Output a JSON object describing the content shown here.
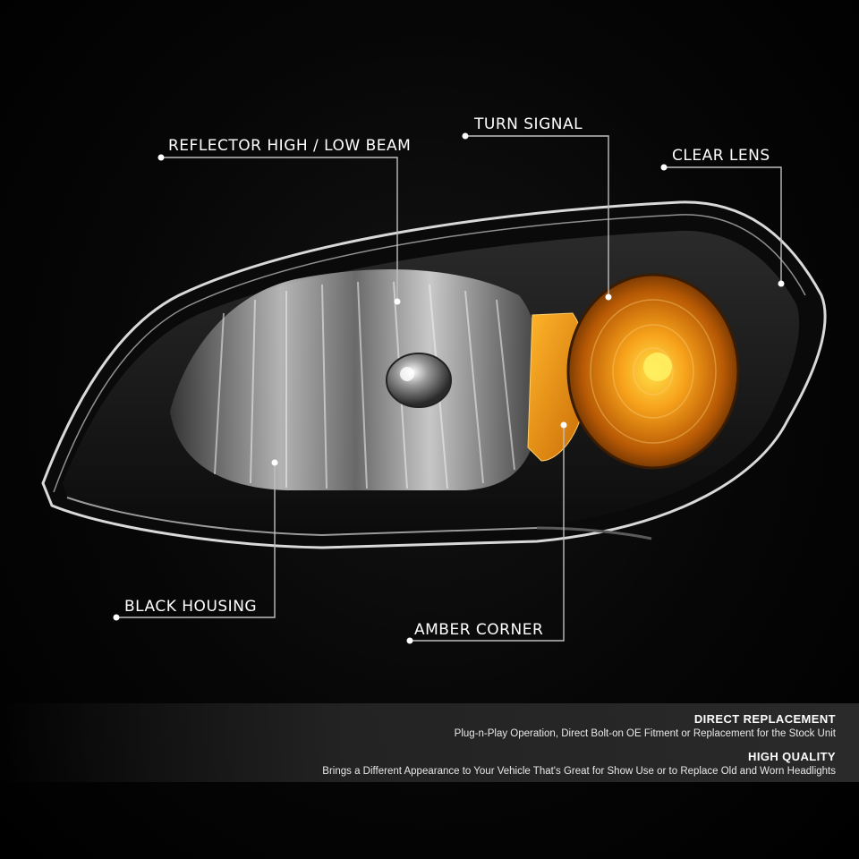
{
  "callouts": {
    "reflector": "REFLECTOR HIGH / LOW BEAM",
    "turn_signal": "TURN SIGNAL",
    "clear_lens": "CLEAR LENS",
    "black_housing": "BLACK HOUSING",
    "amber_corner": "AMBER CORNER"
  },
  "features": [
    {
      "title": "DIRECT REPLACEMENT",
      "description": "Plug-n-Play Operation, Direct Bolt-on OE Fitment or Replacement for the Stock Unit"
    },
    {
      "title": "HIGH QUALITY",
      "description": "Brings a Different Appearance to Your Vehicle That's Great for Show Use or to Replace Old and Worn Headlights"
    }
  ],
  "colors": {
    "background": "#000000",
    "amber": "#f5a623",
    "label_text": "#ffffff",
    "leader_line": "#bfbfbf"
  }
}
